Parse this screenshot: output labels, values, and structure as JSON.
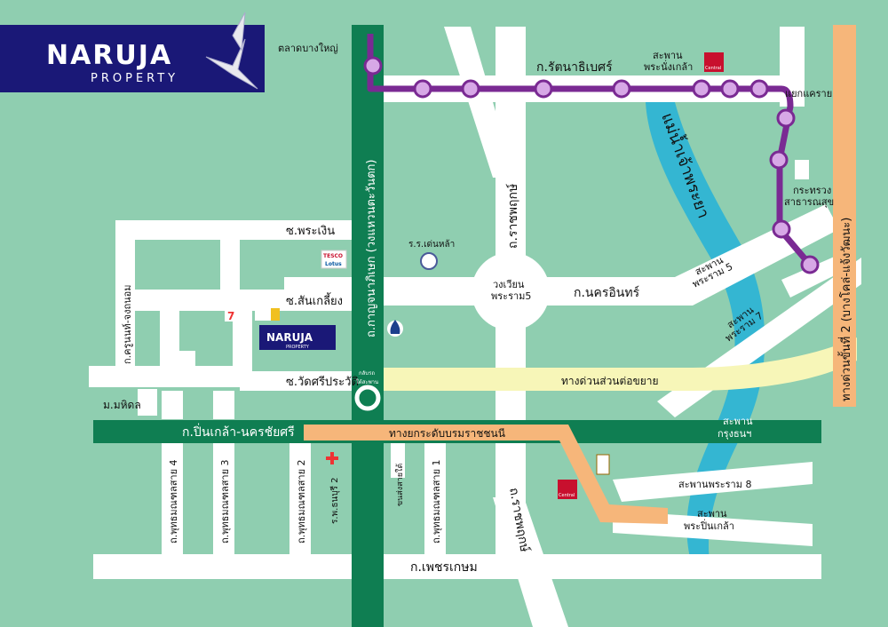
{
  "brand": {
    "name": "NARUJA",
    "sub": "PROPERTY",
    "color_bg": "#1a1877"
  },
  "colors": {
    "background": "#8fceb0",
    "road": "#ffffff",
    "main_road": "#0f7e52",
    "river": "#34b6d2",
    "metro": "#7a2a93",
    "expressway": "#f6b67a",
    "expressway_ext": "#f7f6b8"
  },
  "roads": {
    "ratanathibet": "ก.รัตนาธิเบศร์",
    "kanchana": "ถ.กาญจนาภิเษก (วงแหวนตะวันตก)",
    "ratchaphruek_n": "ถ.ราชพฤกษ์",
    "ratchaphruek_s": "ถ.ราชพฤกษ์",
    "nakhon_in": "ก.นครอินทร์",
    "pinklao_nakhonchaisri": "ก.ปิ่นเกล้า-นครชัยศรี",
    "phetkasem": "ก.เพชรเกษม",
    "so_phra_ngoen": "ซ.พระเงิน",
    "so_sangkriang": "ซ.สันเกลี้ยง",
    "so_wat_si": "ซ.วัดศรีประวัติ",
    "kru_nont": "ก.ครูนนท์-จงถนอม",
    "phutthamonthon_4": "ถ.พุทธมณฑลสาย 4",
    "phutthamonthon_3": "ถ.พุทธมณฑลสาย 3",
    "phutthamonthon_2": "ถ.พุทธมณฑลสาย 2",
    "phutthamonthon_1": "ถ.พุทธมณฑลสาย 1",
    "bus_terminal": "ขนส่งสายใต้",
    "hospital": "ร.พ.ธนบุรี 2",
    "m_hidol": "ม.มหิดล",
    "market": "ตลาดบางใหญ่",
    "intersection": "แยกแคราย",
    "ministry": "กระทรวง\nสาธารณสุข",
    "ministry_1": "กระทรวง",
    "ministry_2": "สาธารณสุข",
    "school": "ร.ร.เด่นหล้า",
    "roundabout_1": "วงเวียน",
    "roundabout_2": "พระราม5",
    "kanchana_tunnel_1": "กลับรถ",
    "kanchana_tunnel_2": "ใต้สะพาน",
    "expressway_ext": "ทางด่วนส่วนต่อขยาย",
    "elevated": "ทางยกระดับบรมราชชนนี",
    "outer_ring": "ทางด่วนขั้นที่ 2 (บางโคล่-แจ้งวัฒนะ)",
    "river": "แม่น้ำเจ้าพระยา",
    "bridge_nonthaburi_1": "สะพาน",
    "bridge_nonthaburi_2": "พระนั่งเกล้า",
    "bridge_rama5_1": "สะพาน",
    "bridge_rama5_2": "พระราม 5",
    "bridge_rama7_1": "สะพาน",
    "bridge_rama7_2": "พระราม 7",
    "bridge_krungthon_1": "สะพาน",
    "bridge_krungthon_2": "กรุงธนฯ",
    "bridge_rama8": "สะพานพระราม 8",
    "bridge_pinklao_1": "สะพาน",
    "bridge_pinklao_2": "พระปิ่นเกล้า"
  },
  "poi": {
    "tesco_1": "TESCO",
    "tesco_2": "Lotus",
    "seven": "7",
    "central": "Central"
  },
  "marker": {
    "name": "NARUJA",
    "sub": "PROPERTY"
  }
}
